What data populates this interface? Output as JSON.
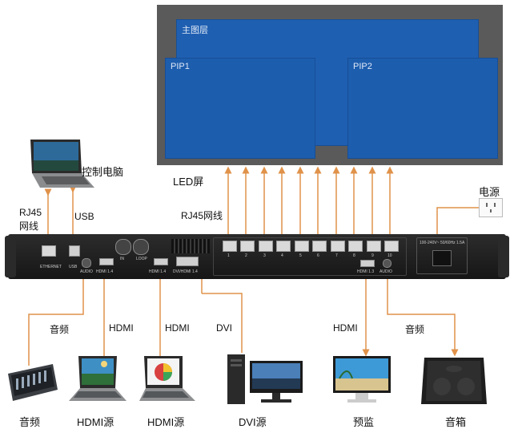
{
  "screen": {
    "label": "LED屏",
    "main_layer": "主图层",
    "pip1": "PIP1",
    "pip2": "PIP2"
  },
  "labels": {
    "control_pc": "控制电脑",
    "rj45_net_left": "RJ45\n网线",
    "rj45_left_line1": "RJ45",
    "rj45_left_line2": "网线",
    "usb": "USB",
    "rj45_outputs": "RJ45网线",
    "power": "电源",
    "audio_conn": "音频",
    "hdmi_conn_1": "HDMI",
    "hdmi_conn_2": "HDMI",
    "dvi_conn": "DVI",
    "hdmi_conn_out": "HDMI",
    "audio_conn_out": "音频"
  },
  "sources": {
    "audio": "音频",
    "hdmi_src_1": "HDMI源",
    "hdmi_src_2": "HDMI源",
    "dvi_src": "DVI源",
    "monitor": "预监",
    "speaker": "音箱"
  },
  "device": {
    "ethernet": "ETHERNET",
    "usb": "USB",
    "audio": "AUDIO",
    "hdmi_in_1": "HDMI 1.4",
    "hdmi_in_2": "HDMI 1.4",
    "dvi_in": "DVI/HDMI 1.4",
    "loop": "LOOP",
    "in": "IN",
    "hdmi_out": "HDMI 1.3",
    "audio_out": "AUDIO",
    "power_rating": "100-240V~ 50/60Hz 1.5A",
    "port_numbers": [
      "1",
      "2",
      "3",
      "4",
      "5",
      "6",
      "7",
      "8",
      "9",
      "10"
    ]
  },
  "colors": {
    "wire": "#e0924a",
    "layer_blue": "#1f5fb1",
    "screen_frame": "#5a5a5a",
    "device_body": "#1c1c1c"
  },
  "icons": [
    "laptop-icon",
    "power-outlet-icon",
    "mixer-icon",
    "hdmi-laptop-icon",
    "dvi-pc-icon",
    "monitor-icon",
    "speaker-icon"
  ]
}
